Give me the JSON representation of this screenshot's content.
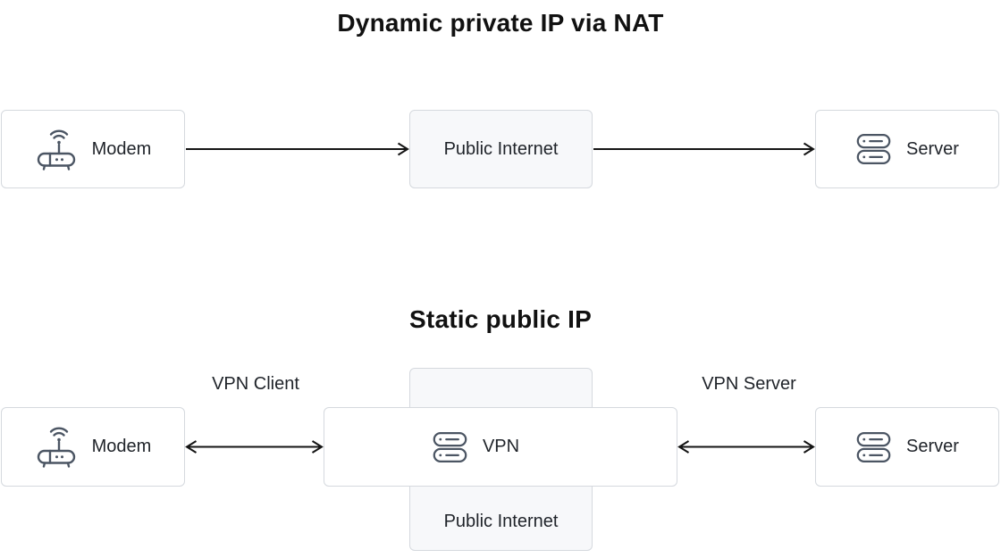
{
  "colors": {
    "node_border": "#d5d9de",
    "tint_bg": "#f7f8fa",
    "icon_stroke": "#4b5563",
    "arrow": "#141414",
    "text": "#1f2329",
    "title": "#111111",
    "node_bg": "#ffffff"
  },
  "diagram1": {
    "title": "Dynamic private IP via NAT",
    "nodes": {
      "modem": {
        "label": "Modem",
        "icon": "modem-icon"
      },
      "internet": {
        "label": "Public Internet"
      },
      "server": {
        "label": "Server",
        "icon": "server-stack-icon"
      }
    },
    "edges": [
      {
        "from": "modem",
        "to": "internet",
        "direction": "right"
      },
      {
        "from": "internet",
        "to": "server",
        "direction": "right"
      }
    ]
  },
  "diagram2": {
    "title": "Static public IP",
    "nodes": {
      "modem": {
        "label": "Modem",
        "icon": "modem-icon"
      },
      "internet": {
        "label": "Public Internet"
      },
      "vpn": {
        "label": "VPN",
        "icon": "server-stack-icon"
      },
      "server": {
        "label": "Server",
        "icon": "server-stack-icon"
      }
    },
    "edge_labels": {
      "left": "VPN Client",
      "right": "VPN Server"
    },
    "edges": [
      {
        "from": "modem",
        "to": "vpn",
        "direction": "both",
        "label": "VPN Client"
      },
      {
        "from": "vpn",
        "to": "server",
        "direction": "both",
        "label": "VPN Server"
      }
    ]
  }
}
